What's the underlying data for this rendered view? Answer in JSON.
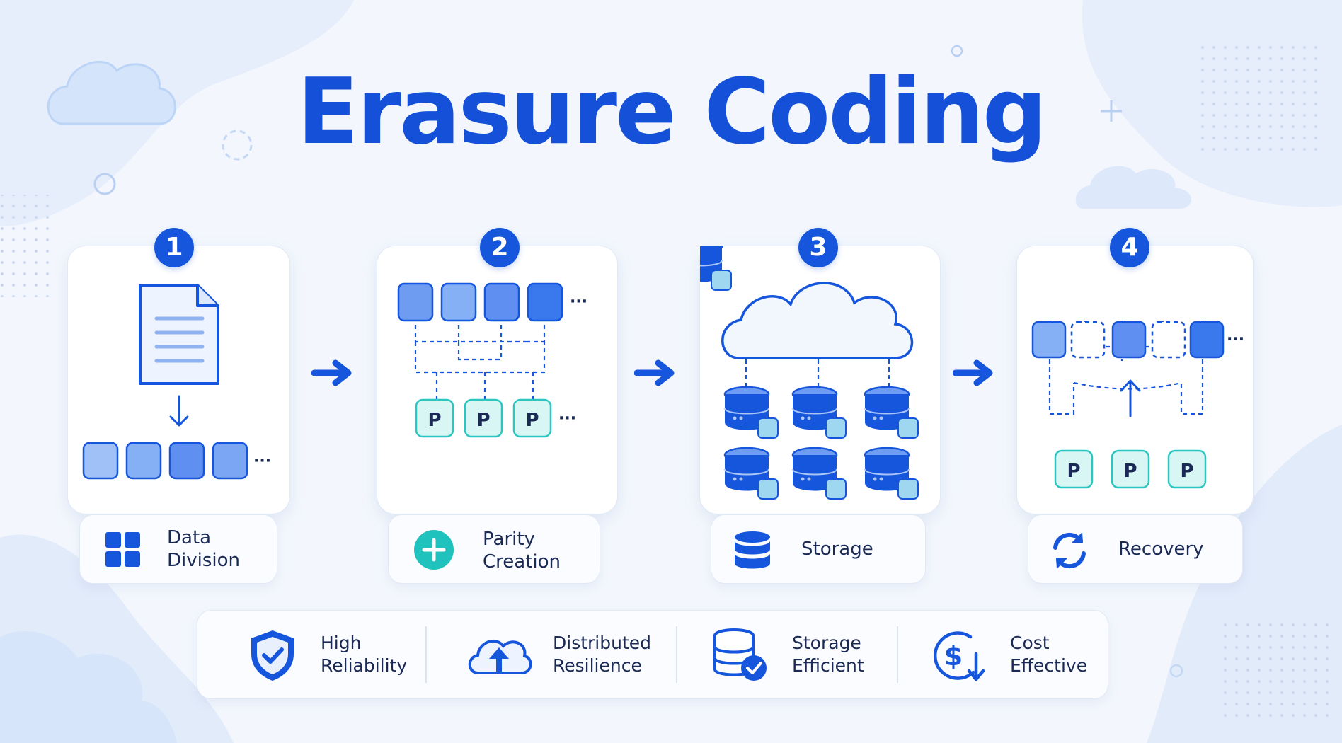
{
  "title": "Erasure Coding",
  "steps": [
    {
      "number": "1",
      "line1": "Data",
      "line2": "Division",
      "icon": "grid-icon"
    },
    {
      "number": "2",
      "line1": "Parity",
      "line2": "Creation",
      "icon": "plus-circle-icon"
    },
    {
      "number": "3",
      "line1": "Storage",
      "icon": "database-icon"
    },
    {
      "number": "4",
      "line1": "Recovery",
      "icon": "sync-icon"
    }
  ],
  "parity_symbol": "P",
  "ellipsis": "···",
  "benefits": [
    {
      "line1": "High",
      "line2": "Reliability",
      "icon": "shield-check-icon"
    },
    {
      "line1": "Distributed",
      "line2": "Resilience",
      "icon": "cloud-upload-icon"
    },
    {
      "line1": "Storage",
      "line2": "Efficient",
      "icon": "database-check-icon"
    },
    {
      "line1": "Cost",
      "line2": "Effective",
      "icon": "dollar-down-icon"
    }
  ],
  "colors": {
    "primary": "#1656dc",
    "parity_fill": "#d8f7f4",
    "parity_stroke": "#2cc6c0",
    "block_fill": "#6d9cf0"
  }
}
